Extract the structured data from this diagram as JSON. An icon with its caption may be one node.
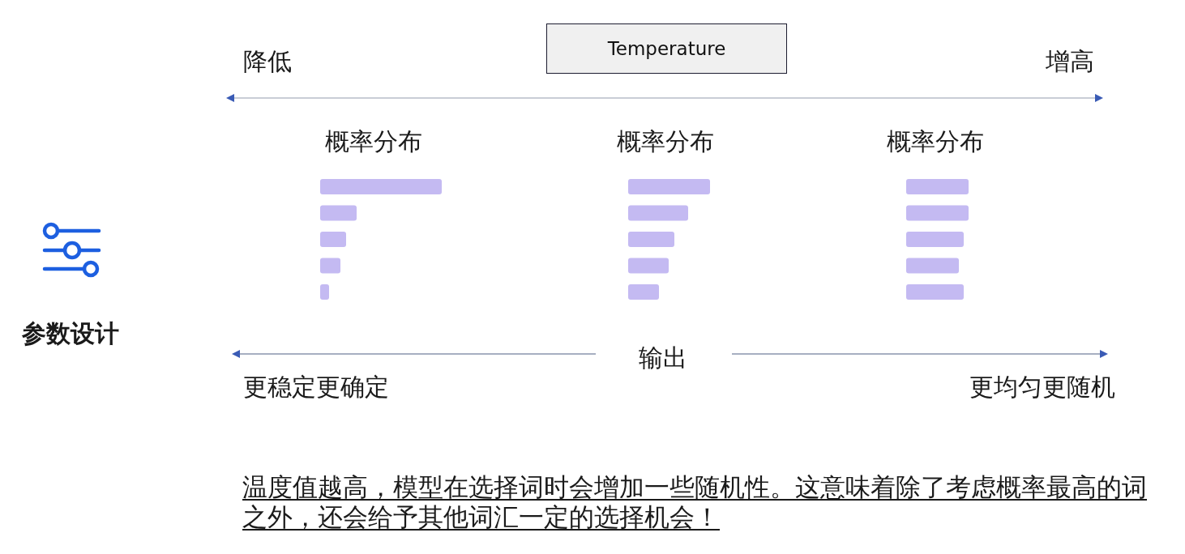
{
  "diagram": {
    "nodes": [
      {
        "text": [
          "Temperature"
        ]
      }
    ],
    "labels": [
      "降低",
      "增高",
      "概率分布",
      "概率分布",
      "概率分布",
      "参数设计",
      "输出",
      "更稳定更确定",
      "更均匀更随机",
      "温度值越高，模型在选择词时会增加一些随机性。这意味着除了考虑概率最高的词之外，还会给予其他词汇一定的选择机会！"
    ]
  }
}
